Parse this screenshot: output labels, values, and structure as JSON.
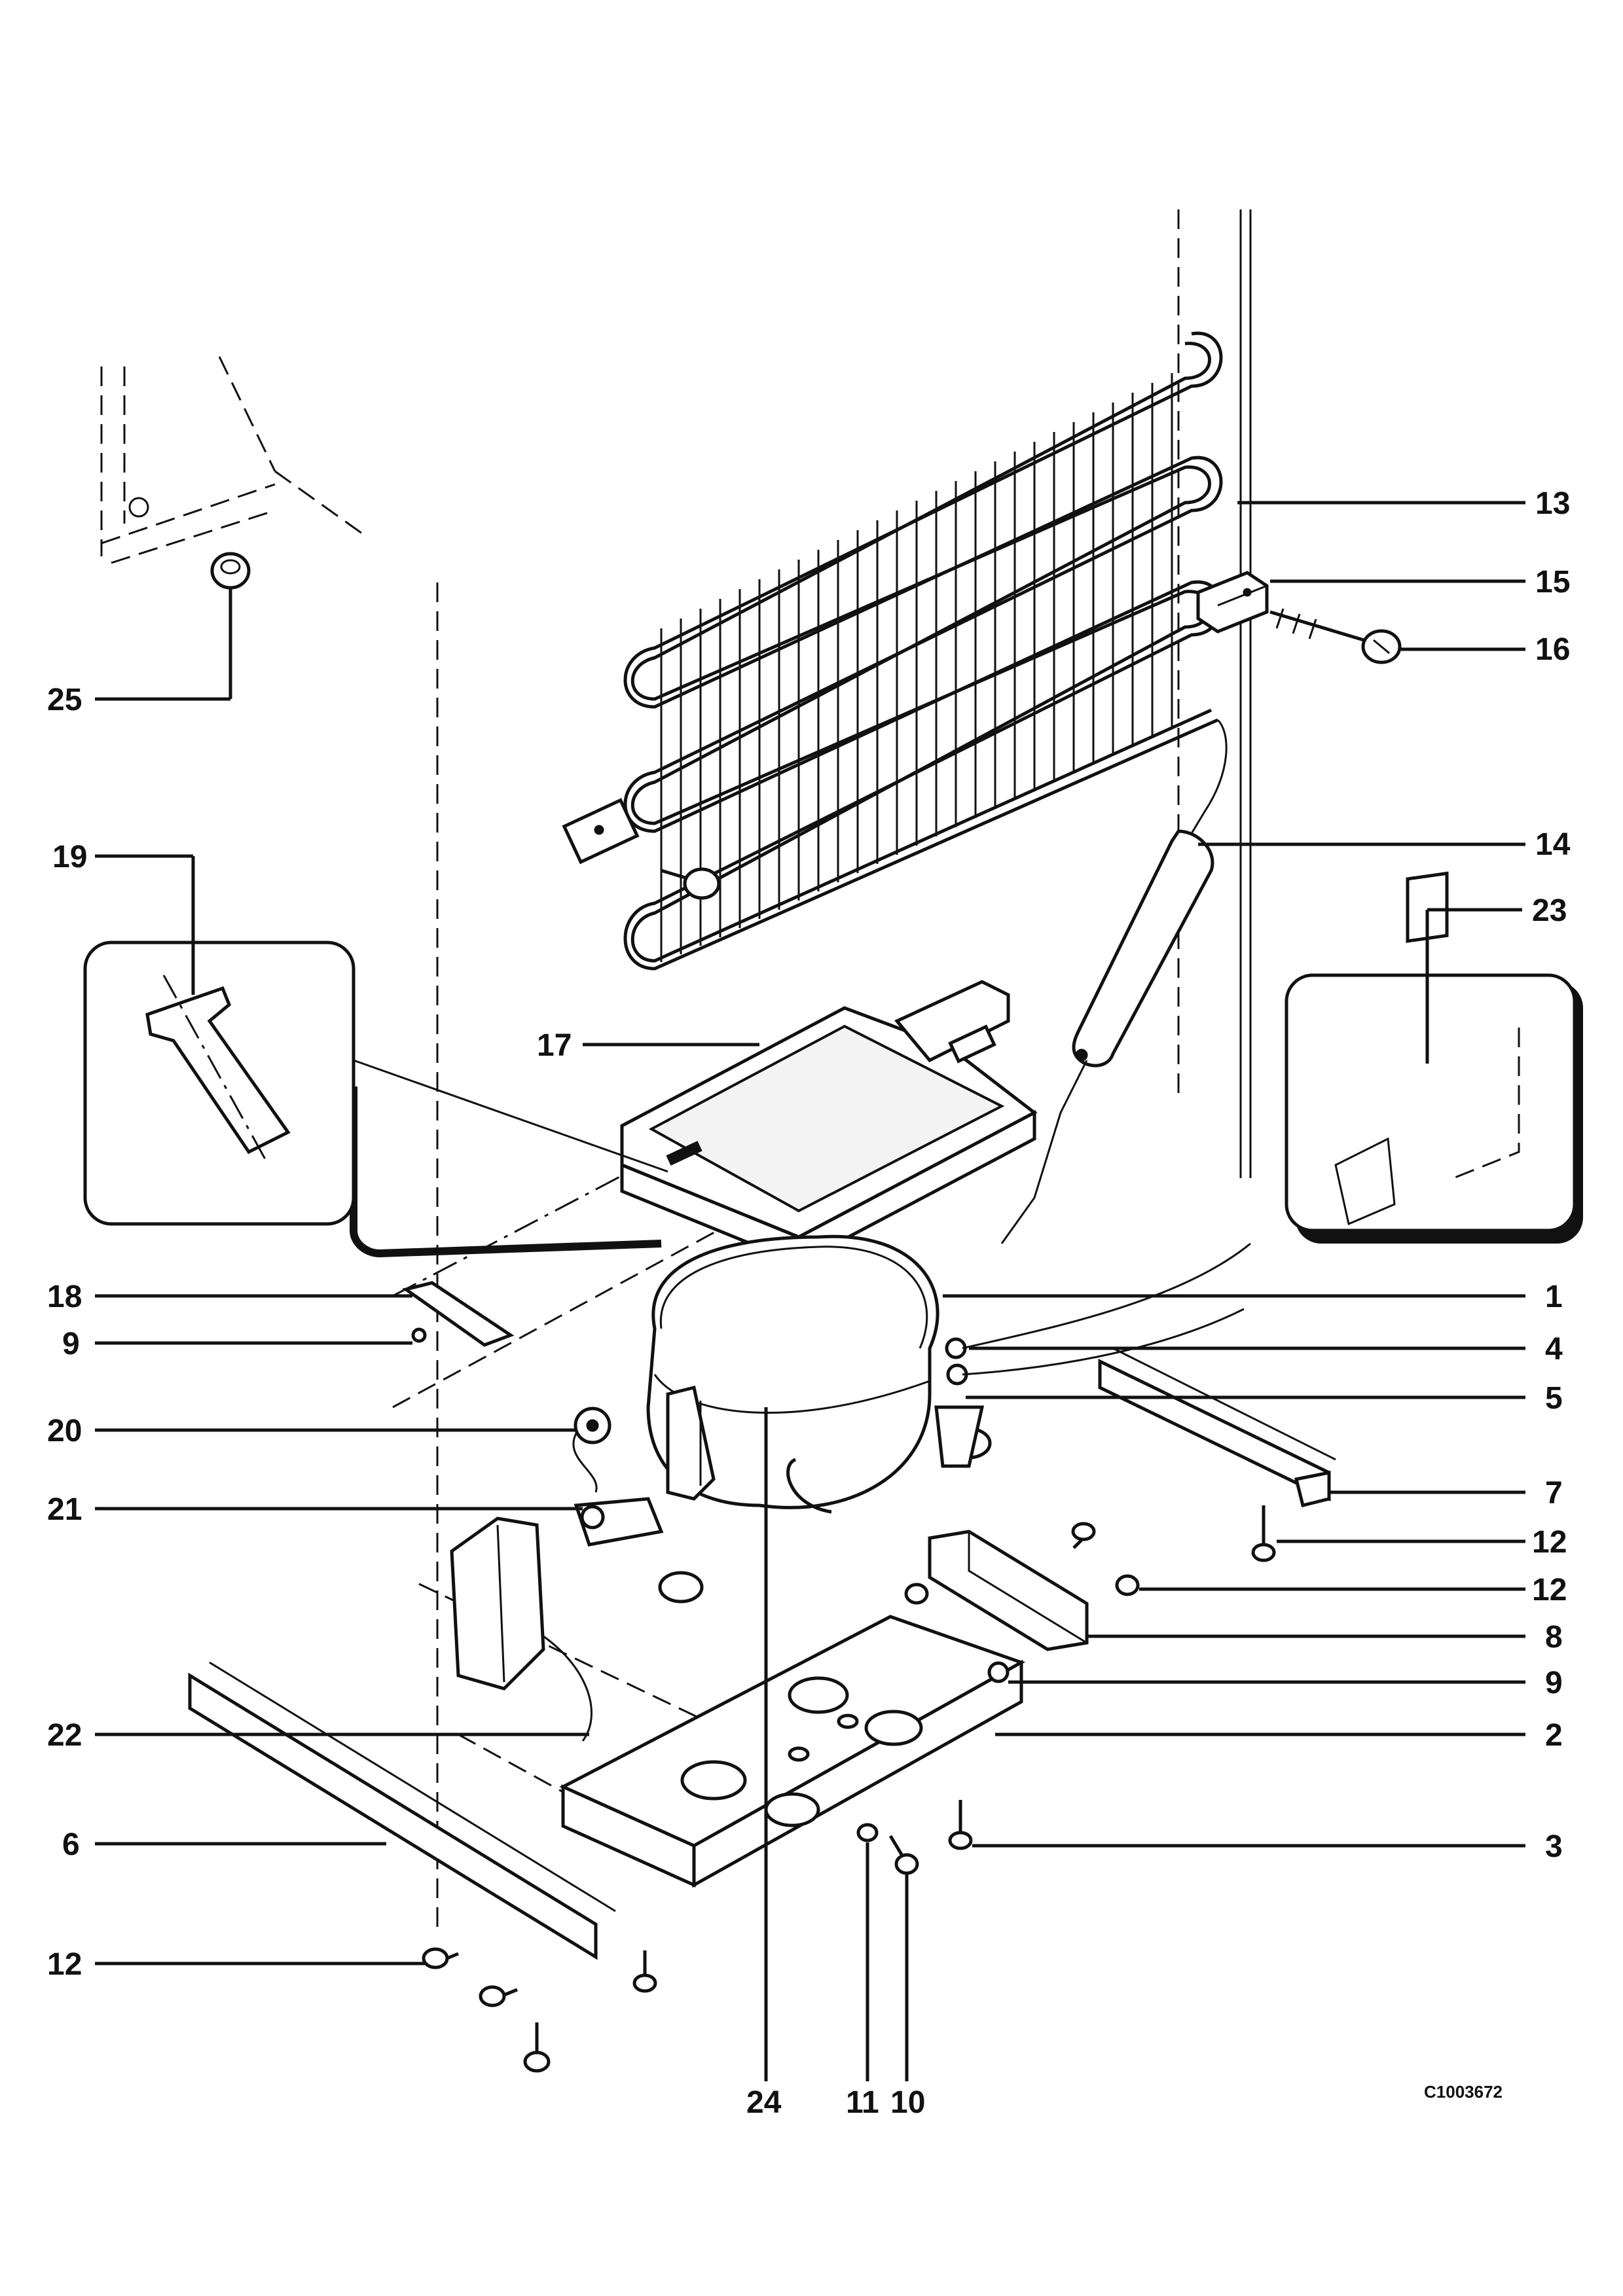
{
  "drawing_code": "C1003672",
  "callouts": [
    {
      "id": "1",
      "label": "1"
    },
    {
      "id": "2",
      "label": "2"
    },
    {
      "id": "3",
      "label": "3"
    },
    {
      "id": "4",
      "label": "4"
    },
    {
      "id": "5",
      "label": "5"
    },
    {
      "id": "6",
      "label": "6"
    },
    {
      "id": "7",
      "label": "7"
    },
    {
      "id": "8",
      "label": "8"
    },
    {
      "id": "9",
      "label": "9"
    },
    {
      "id": "10",
      "label": "10"
    },
    {
      "id": "11",
      "label": "11"
    },
    {
      "id": "12",
      "label": "12"
    },
    {
      "id": "13",
      "label": "13"
    },
    {
      "id": "14",
      "label": "14"
    },
    {
      "id": "15",
      "label": "15"
    },
    {
      "id": "16",
      "label": "16"
    },
    {
      "id": "17",
      "label": "17"
    },
    {
      "id": "18",
      "label": "18"
    },
    {
      "id": "19",
      "label": "19"
    },
    {
      "id": "20",
      "label": "20"
    },
    {
      "id": "21",
      "label": "21"
    },
    {
      "id": "22",
      "label": "22"
    },
    {
      "id": "23",
      "label": "23"
    },
    {
      "id": "24",
      "label": "24"
    },
    {
      "id": "25",
      "label": "25"
    }
  ]
}
